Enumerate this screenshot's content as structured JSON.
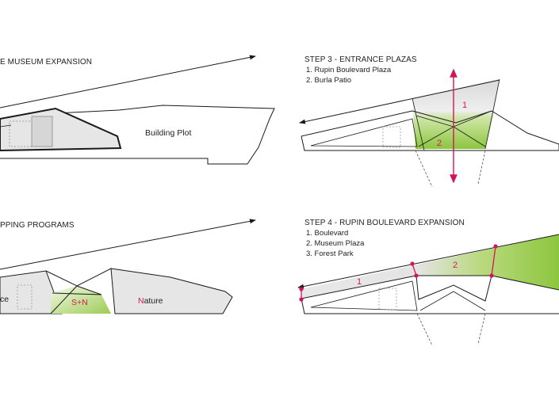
{
  "colors": {
    "accent": "#d4145a",
    "green": "#8dc63f",
    "grey_fill": "#e6e6e6",
    "line": "#1a1a1a"
  },
  "step1": {
    "title": "E MUSEUM  EXPANSION",
    "plot_label": "Building Plot"
  },
  "step2": {
    "title": "PPING PROGRAMS",
    "label_left": "ce",
    "label_center": "S+N",
    "label_right_initial": "N",
    "label_right_rest": "ature"
  },
  "step3": {
    "title": "STEP 3 - ENTRANCE PLAZAS",
    "items": [
      "1. Rupin Boulevard Plaza",
      "2. Burla Patio"
    ],
    "markers": [
      "1",
      "2"
    ]
  },
  "step4": {
    "title": "STEP 4 - RUPIN BOULEVARD EXPANSION",
    "items": [
      "1. Boulevard",
      "2. Museum Plaza",
      "3. Forest Park"
    ],
    "markers": [
      "1",
      "2"
    ]
  }
}
